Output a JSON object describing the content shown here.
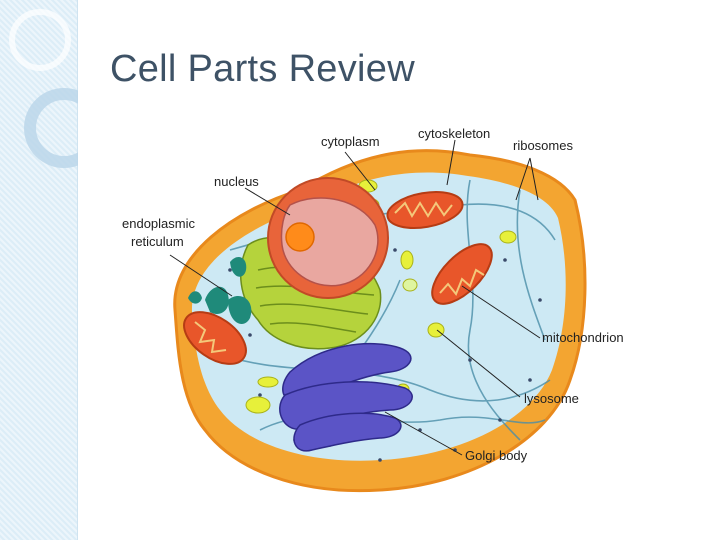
{
  "slide": {
    "title": "Cell Parts Review"
  },
  "labels": {
    "cytoplasm": "cytoplasm",
    "cytoskeleton": "cytoskeleton",
    "ribosomes": "ribosomes",
    "nucleus": "nucleus",
    "er_line1": "endoplasmic",
    "er_line2": "reticulum",
    "mitochondrion": "mitochondrion",
    "lysosome": "lysosome",
    "golgi": "Golgi body"
  }
}
